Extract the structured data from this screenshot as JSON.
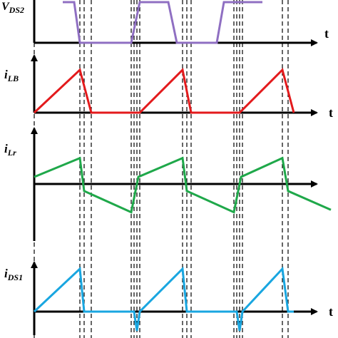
{
  "figure": {
    "panels": [
      {
        "id": "vds2",
        "label_main": "V",
        "label_sub": "DS2",
        "axis_label": "t",
        "color": "#8f6fc2",
        "points": [
          [
            1.0,
            1.0
          ],
          [
            1.4,
            1.0
          ],
          [
            1.6,
            0.0
          ],
          [
            3.4,
            0.0
          ],
          [
            3.7,
            1.0
          ],
          [
            4.7,
            1.0
          ],
          [
            5.0,
            0.0
          ],
          [
            6.4,
            0.0
          ],
          [
            6.65,
            1.0
          ],
          [
            8.0,
            1.0
          ]
        ]
      },
      {
        "id": "ilb",
        "label_main": "i",
        "label_sub": "LB",
        "axis_label": "t",
        "color": "#e31a1c",
        "points": [
          [
            0.0,
            0.0
          ],
          [
            1.6,
            1.0
          ],
          [
            2.0,
            0.0
          ],
          [
            3.7,
            0.0
          ],
          [
            5.2,
            1.0
          ],
          [
            5.5,
            0.0
          ],
          [
            7.2,
            0.0
          ],
          [
            8.7,
            1.0
          ],
          [
            9.1,
            0.0
          ]
        ]
      },
      {
        "id": "ilr",
        "label_main": "i",
        "label_sub": "Lr",
        "axis_label": "",
        "color": "#1fa84a",
        "points": [
          [
            0.0,
            0.15
          ],
          [
            1.6,
            0.55
          ],
          [
            1.75,
            -0.15
          ],
          [
            3.4,
            -0.6
          ],
          [
            3.65,
            0.15
          ],
          [
            5.2,
            0.55
          ],
          [
            5.35,
            -0.15
          ],
          [
            7.0,
            -0.6
          ],
          [
            7.25,
            0.15
          ],
          [
            8.7,
            0.55
          ],
          [
            8.9,
            -0.15
          ],
          [
            10.4,
            -0.55
          ]
        ]
      },
      {
        "id": "ids1",
        "label_main": "i",
        "label_sub": "DS1",
        "axis_label": "t",
        "color": "#19a6e0",
        "points": [
          [
            0.0,
            0.0
          ],
          [
            1.6,
            1.0
          ],
          [
            1.75,
            0.0
          ],
          [
            3.5,
            0.0
          ],
          [
            3.6,
            -0.45
          ],
          [
            3.7,
            0.0
          ],
          [
            5.2,
            1.0
          ],
          [
            5.35,
            0.0
          ],
          [
            7.1,
            0.0
          ],
          [
            7.2,
            -0.45
          ],
          [
            7.3,
            0.0
          ],
          [
            8.7,
            1.0
          ],
          [
            8.9,
            0.0
          ],
          [
            9.1,
            0.0
          ]
        ]
      }
    ],
    "dashed_time_marks": [
      0.0,
      1.6,
      1.75,
      2.0,
      3.4,
      3.5,
      3.6,
      3.7,
      5.2,
      5.35,
      5.5,
      7.0,
      7.1,
      7.2,
      7.3,
      8.7,
      8.9
    ]
  }
}
